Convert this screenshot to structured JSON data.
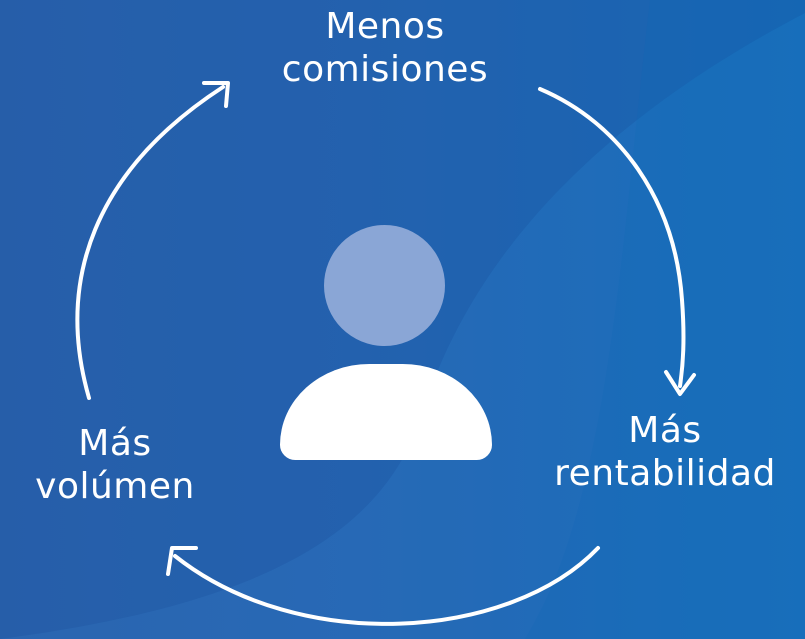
{
  "diagram": {
    "nodes": {
      "top": {
        "line1": "Menos",
        "line2": "comisiones"
      },
      "right": {
        "line1": "Más",
        "line2": "rentabilidad"
      },
      "left": {
        "line1": "Más",
        "line2": "volúmen"
      }
    },
    "icon": "user-icon",
    "flow": "clockwise-cycle"
  },
  "colors": {
    "background": "#1f63b2",
    "arrow": "#ffffff",
    "user_head": "#8aa6d6",
    "user_body": "#ffffff",
    "text": "#ffffff"
  }
}
